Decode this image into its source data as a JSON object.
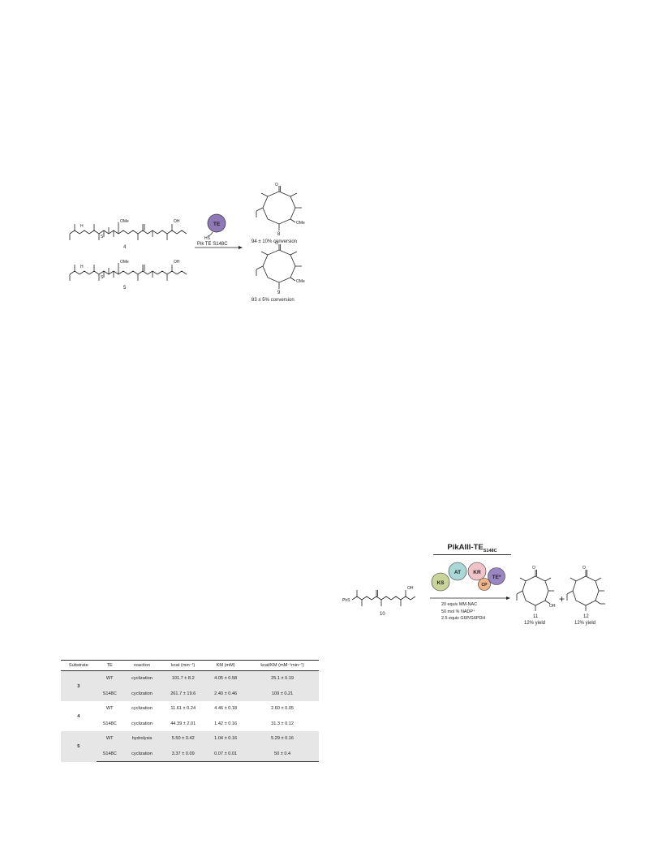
{
  "scheme1": {
    "enzyme_badge": "TE",
    "thiol_label": "HS",
    "enzyme_label": "Pik TE S148C",
    "substrate_top_label": "4",
    "substrate_bottom_label": "5",
    "substituent_top": "OMe",
    "substituent_bottom": "OMe",
    "oh_top": "OH",
    "oh_bottom": "OH",
    "nh_top": "H",
    "nh_bottom": "H",
    "s_top": "S",
    "s_bottom": "S",
    "product_top_label": "8",
    "product_top_conversion": "94 ± 10% conversion",
    "product_top_sub": "OMe",
    "product_bottom_label": "9",
    "product_bottom_conversion": "83 ± 5% conversion",
    "product_bottom_sub": "OMe"
  },
  "scheme2": {
    "title": "PikAIII-TE",
    "title_sub": "S148C",
    "domains": [
      "KS",
      "AT",
      "KR",
      "CP",
      "TE*"
    ],
    "domain_colors": {
      "KS": "#c9d49a",
      "AT": "#a9d8d6",
      "KR": "#efc3c8",
      "CP": "#f0b48a",
      "TE*": "#9b86c4"
    },
    "substrate_label": "10",
    "substrate_prefix": "PhS",
    "substrate_oh": "OH",
    "conditions": [
      "20 equiv MM-NAC",
      "50 mol % NADP⁺",
      "2.5 equiv G6P/G6PDH"
    ],
    "product1_label": "11",
    "product1_yield": "12% yield",
    "product1_oh": "OH",
    "plus": "+",
    "product2_label": "12",
    "product2_yield": "12% yield"
  },
  "table": {
    "headers": [
      "Substrate",
      "TE",
      "reaction",
      "kcat (min⁻¹)",
      "KM (mM)",
      "kcat/KM (mM⁻¹min⁻¹)"
    ],
    "groups": [
      {
        "substrate": "3",
        "rows": [
          {
            "te": "WT",
            "reaction": "cyclization",
            "kcat": "101.7 ± 8.2",
            "km": "4.05 ± 0.58",
            "ratio": "25.1 ± 0.19"
          },
          {
            "te": "S148C",
            "reaction": "cyclization",
            "kcat": "261.7 ± 19.6",
            "km": "2.40 ± 0.46",
            "ratio": "109 ± 0.21"
          }
        ]
      },
      {
        "substrate": "4",
        "rows": [
          {
            "te": "WT",
            "reaction": "cyclization",
            "kcat": "11.61 ± 0.24",
            "km": "4.46 ± 0.18",
            "ratio": "2.60 ± 0.05"
          },
          {
            "te": "S148C",
            "reaction": "cyclization",
            "kcat": "44.39 ± 2.01",
            "km": "1.42 ± 0.16",
            "ratio": "31.3 ± 0.12"
          }
        ]
      },
      {
        "substrate": "5",
        "rows": [
          {
            "te": "WT",
            "reaction": "hydrolysis",
            "kcat": "5.50 ± 0.42",
            "km": "1.04 ± 0.16",
            "ratio": "5.29 ± 0.16"
          },
          {
            "te": "S148C",
            "reaction": "cyclization",
            "kcat": "3.37 ± 0.09",
            "km": "0.07 ± 0.01",
            "ratio": "50 ± 0.4"
          }
        ]
      }
    ]
  }
}
